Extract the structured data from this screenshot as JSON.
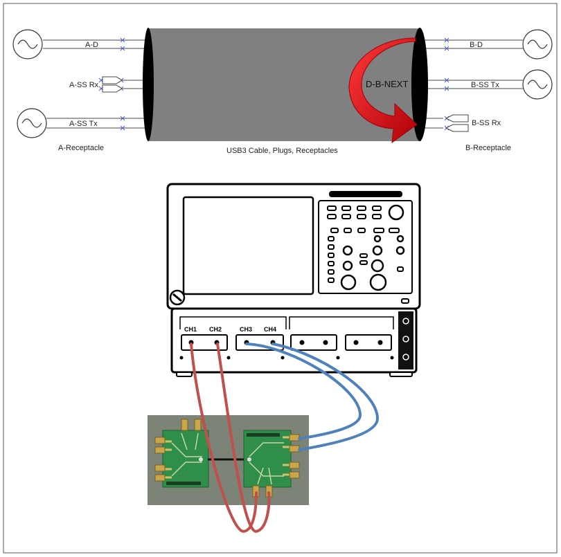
{
  "labels": {
    "a_d": "A-D",
    "a_ss_rx": "A-SS Rx",
    "a_ss_tx": "A-SS Tx",
    "a_receptacle": "A-Receptacle",
    "b_d": "B-D",
    "b_ss_tx": "B-SS Tx",
    "b_ss_rx": "B-SS Rx",
    "b_receptacle": "B-Receptacle",
    "cable": "USB3 Cable, Plugs, Receptacles",
    "crosstalk": "D-B-NEXT"
  },
  "scope": {
    "channels": [
      "CH1",
      "CH2",
      "CH3",
      "CH4"
    ]
  },
  "colors": {
    "cable_body": "#808080",
    "cable_end": "#000000",
    "crosstalk_arrow": "#d6000c",
    "probe_red": "#c0504d",
    "probe_blue": "#4f81bd",
    "pcb_green": "#2f8f4a",
    "fixture_background": "#7b8476"
  }
}
